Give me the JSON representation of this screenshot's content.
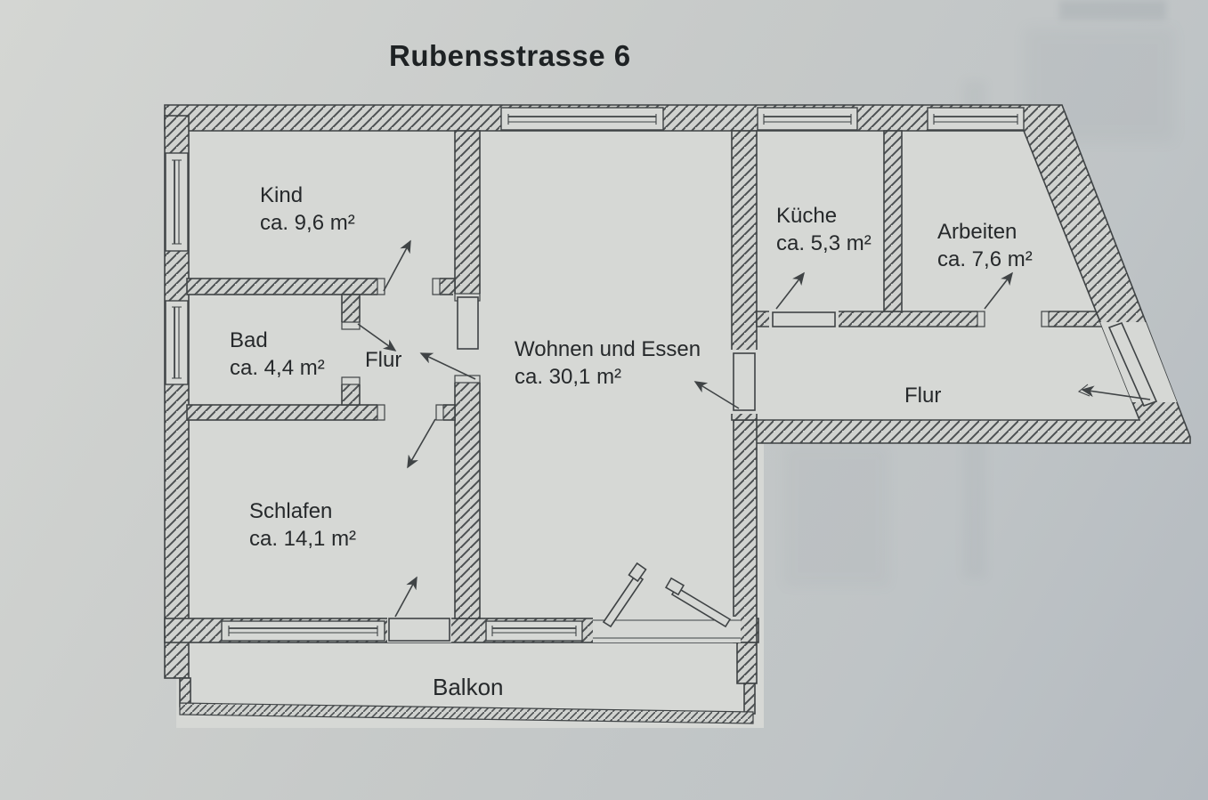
{
  "title": "Rubensstrasse 6",
  "plan": {
    "rooms": [
      {
        "name": "Kind",
        "area": "ca. 9,6 m²"
      },
      {
        "name": "Bad",
        "area": "ca. 4,4 m²"
      },
      {
        "name": "Flur",
        "area": ""
      },
      {
        "name": "Schlafen",
        "area": "ca. 14,1 m²"
      },
      {
        "name": "Wohnen und Essen",
        "area": "ca. 30,1 m²"
      },
      {
        "name": "Küche",
        "area": "ca. 5,3 m²"
      },
      {
        "name": "Arbeiten",
        "area": "ca. 7,6 m²"
      },
      {
        "name": "Flur",
        "area": ""
      },
      {
        "name": "Balkon",
        "area": ""
      }
    ]
  },
  "colors": {
    "paper": "#c7cac9",
    "interior": "#d6d8d5",
    "line": "#3f4345",
    "text": "#26292b"
  }
}
